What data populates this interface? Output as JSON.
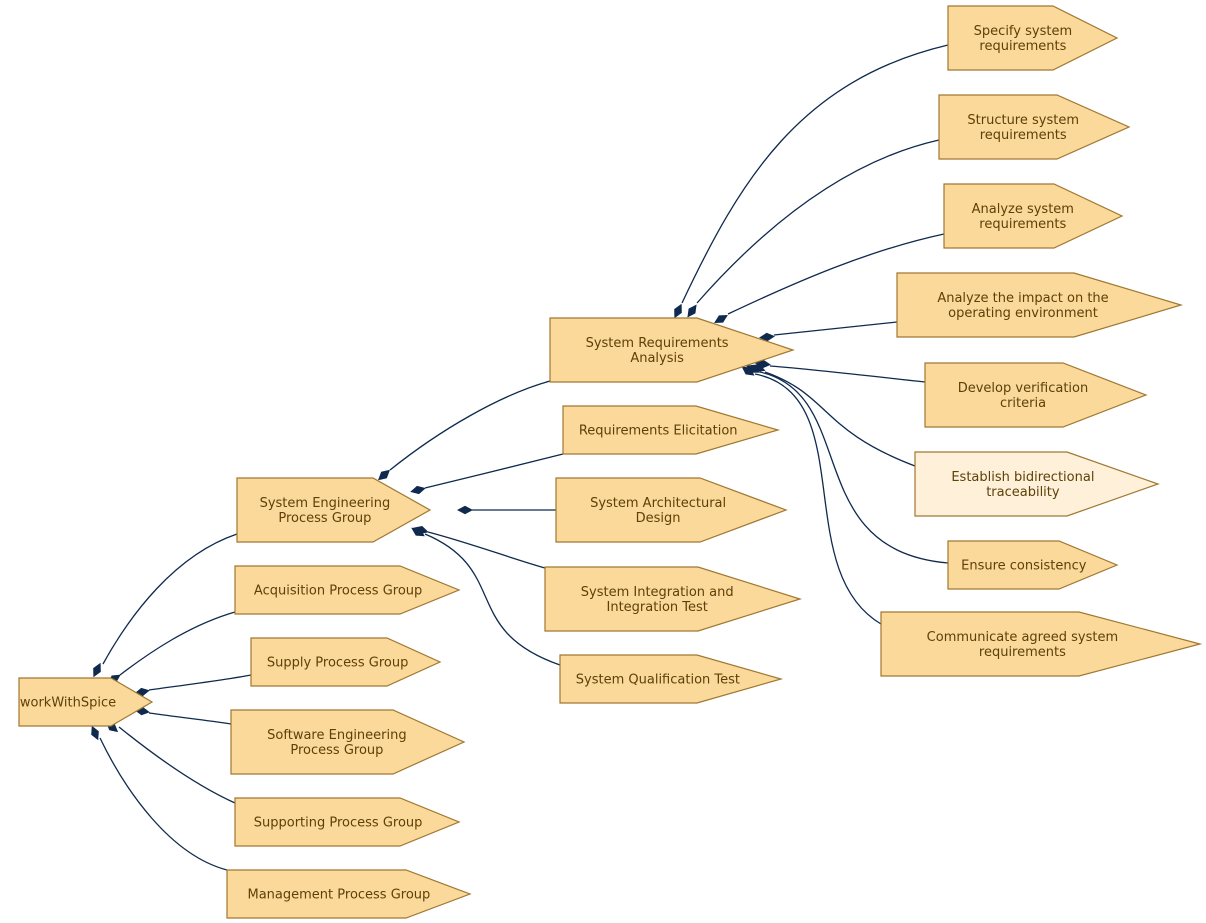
{
  "diagram": {
    "root": {
      "id": "root",
      "lines": [
        "workWithSpice"
      ]
    },
    "groups": [
      {
        "id": "seg",
        "lines": [
          "System Engineering",
          "Process Group"
        ]
      },
      {
        "id": "acq",
        "lines": [
          "Acquisition Process Group"
        ]
      },
      {
        "id": "sup",
        "lines": [
          "Supply Process Group"
        ]
      },
      {
        "id": "swe",
        "lines": [
          "Software Engineering",
          "Process Group"
        ]
      },
      {
        "id": "spg",
        "lines": [
          "Supporting Process Group"
        ]
      },
      {
        "id": "man",
        "lines": [
          "Management Process Group"
        ]
      }
    ],
    "processes": [
      {
        "id": "sys1",
        "lines": [
          "System Requirements",
          "Analysis"
        ]
      },
      {
        "id": "reqel",
        "lines": [
          "Requirements Elicitation"
        ]
      },
      {
        "id": "sysarch",
        "lines": [
          "System Architectural",
          "Design"
        ]
      },
      {
        "id": "sysint",
        "lines": [
          "System Integration and",
          "Integration Test"
        ]
      },
      {
        "id": "sysqt",
        "lines": [
          "System Qualification Test"
        ]
      }
    ],
    "practices": [
      {
        "id": "bp1",
        "lines": [
          "Specify system",
          "requirements"
        ]
      },
      {
        "id": "bp2",
        "lines": [
          "Structure system",
          "requirements"
        ]
      },
      {
        "id": "bp3",
        "lines": [
          "Analyze system",
          "requirements"
        ]
      },
      {
        "id": "bp4",
        "lines": [
          "Analyze the impact on the",
          "operating environment"
        ]
      },
      {
        "id": "bp5",
        "lines": [
          "Develop verification",
          "criteria"
        ]
      },
      {
        "id": "bp6",
        "lines": [
          "Establish bidirectional",
          "traceability"
        ],
        "highlighted": true
      },
      {
        "id": "bp7",
        "lines": [
          "Ensure consistency"
        ]
      },
      {
        "id": "bp8",
        "lines": [
          "Communicate agreed system",
          "requirements"
        ]
      }
    ]
  },
  "colors": {
    "node_fill": "#fad99b",
    "node_highlight_fill": "#fff0da",
    "node_border": "#a07830",
    "label_text": "#5e4108",
    "edge": "#0f2a4e"
  }
}
